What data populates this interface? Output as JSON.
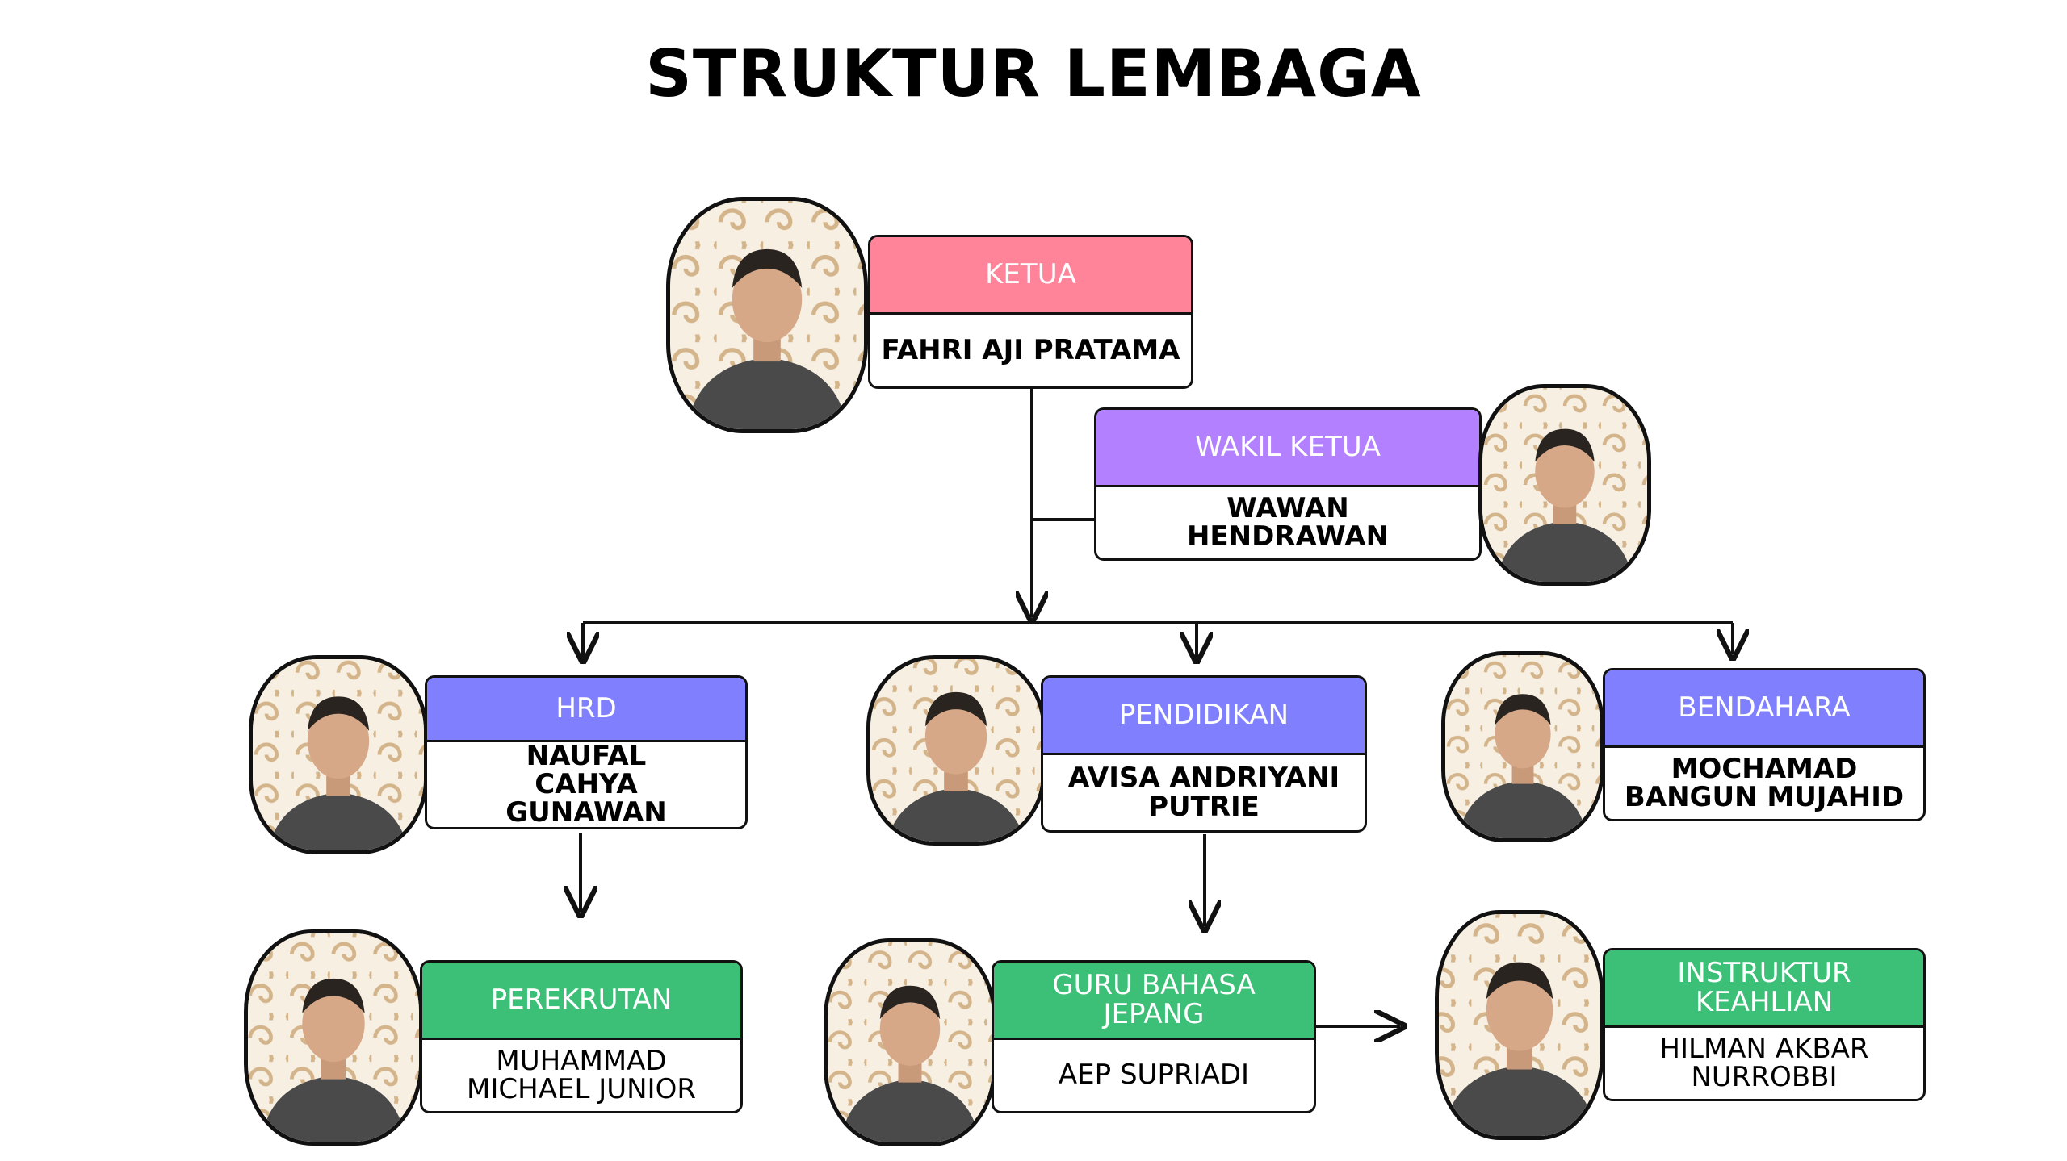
{
  "title": "STRUKTUR LEMBAGA",
  "colors": {
    "pink": "#FF8399",
    "purple": "#B380FF",
    "blue": "#8080FF",
    "green": "#3CBF76",
    "pattern": "#D4B48A"
  },
  "members": [
    {
      "role": "KETUA",
      "name": "FAHRI AJI PRATAMA",
      "icon": "person-photo-icon"
    },
    {
      "role": "WAKIL KETUA",
      "name": "WAWAN HENDRAWAN",
      "icon": "person-photo-icon"
    },
    {
      "role": "HRD",
      "name": "NAUFAL CAHYA GUNAWAN",
      "icon": "person-photo-icon"
    },
    {
      "role": "PENDIDIKAN",
      "name": "AVISA ANDRIYANI PUTRIE",
      "icon": "person-photo-icon"
    },
    {
      "role": "BENDAHARA",
      "name": "MOCHAMAD BANGUN MUJAHID",
      "icon": "person-photo-icon"
    },
    {
      "role": "PEREKRUTAN",
      "name": "MUHAMMAD MICHAEL JUNIOR",
      "icon": "person-photo-icon"
    },
    {
      "role": "GURU BAHASA JEPANG",
      "name": "AEP SUPRIADI",
      "icon": "person-photo-icon"
    },
    {
      "role": "INSTRUKTUR KEAHLIAN",
      "name": "HILMAN AKBAR NURROBBI",
      "icon": "person-photo-icon"
    }
  ]
}
